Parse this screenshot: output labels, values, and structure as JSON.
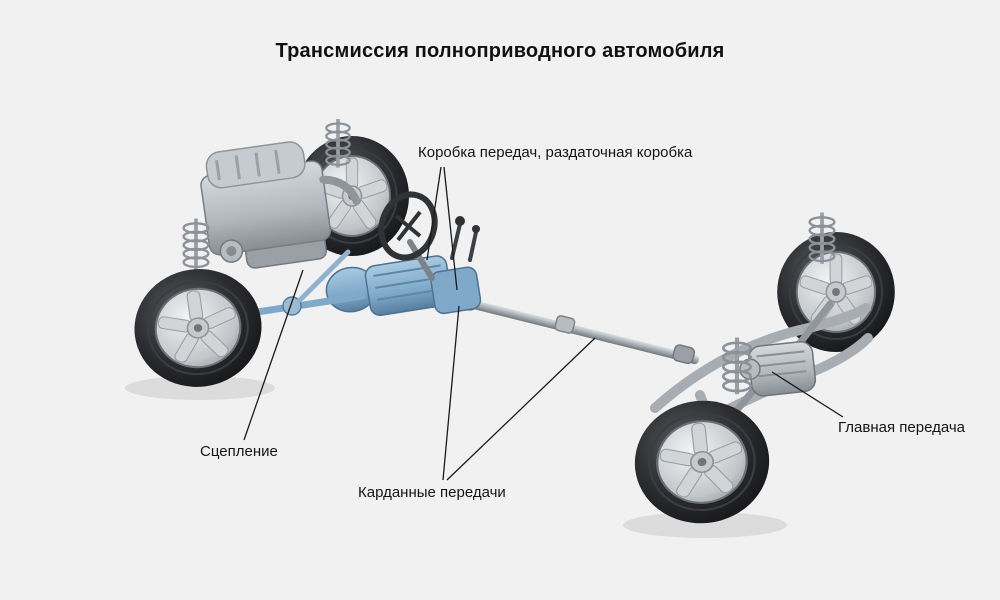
{
  "title": "Трансмиссия полноприводного автомобиля",
  "labels": {
    "gearbox": "Коробка передач, раздаточная коробка",
    "clutch": "Сцепление",
    "cardan": "Карданные передачи",
    "final_drive": "Главная передача"
  },
  "colors": {
    "background": "#f1f1f1",
    "text": "#151515",
    "leader_line": "#1a1a1a",
    "highlight_blue": "#7fa8c9",
    "metal_gray": "#aab0b5",
    "tire_dark": "#1b1c1e"
  }
}
